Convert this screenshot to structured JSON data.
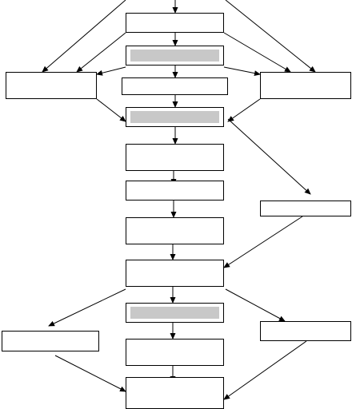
{
  "colors": {
    "background": "#ffffff",
    "stroke": "#000000",
    "shaded_fill": "#c8c8c8",
    "plain_fill": "#ffffff"
  },
  "diagram": {
    "nodes": [
      {
        "id": "top-box",
        "shaded": false,
        "label": ""
      },
      {
        "id": "shaded-box-1",
        "shaded": true,
        "label": ""
      },
      {
        "id": "left-box-1",
        "shaded": false,
        "label": ""
      },
      {
        "id": "center-box-2",
        "shaded": false,
        "label": ""
      },
      {
        "id": "right-box-1",
        "shaded": false,
        "label": ""
      },
      {
        "id": "shaded-box-2",
        "shaded": true,
        "label": ""
      },
      {
        "id": "center-box-3",
        "shaded": false,
        "label": ""
      },
      {
        "id": "center-box-4",
        "shaded": false,
        "label": ""
      },
      {
        "id": "right-box-2",
        "shaded": false,
        "label": ""
      },
      {
        "id": "center-box-5",
        "shaded": false,
        "label": ""
      },
      {
        "id": "center-box-6",
        "shaded": false,
        "label": ""
      },
      {
        "id": "shaded-box-3",
        "shaded": true,
        "label": ""
      },
      {
        "id": "left-box-2",
        "shaded": false,
        "label": ""
      },
      {
        "id": "right-box-3",
        "shaded": false,
        "label": ""
      },
      {
        "id": "center-box-7",
        "shaded": false,
        "label": ""
      },
      {
        "id": "bottom-box",
        "shaded": false,
        "label": ""
      }
    ],
    "edges": [
      {
        "from": "offpage-top",
        "to": "top-box"
      },
      {
        "from": "offpage-top-left",
        "to": "left-box-1"
      },
      {
        "from": "offpage-top-right",
        "to": "right-box-1"
      },
      {
        "from": "top-box",
        "to": "shaded-box-1"
      },
      {
        "from": "top-box",
        "to": "left-box-1"
      },
      {
        "from": "top-box",
        "to": "right-box-1"
      },
      {
        "from": "shaded-box-1",
        "to": "center-box-2"
      },
      {
        "from": "shaded-box-1",
        "to": "left-box-1"
      },
      {
        "from": "shaded-box-1",
        "to": "right-box-1"
      },
      {
        "from": "center-box-2",
        "to": "shaded-box-2"
      },
      {
        "from": "left-box-1",
        "to": "shaded-box-2"
      },
      {
        "from": "right-box-1",
        "to": "shaded-box-2"
      },
      {
        "from": "shaded-box-2",
        "to": "center-box-3"
      },
      {
        "from": "shaded-box-2",
        "to": "right-box-2"
      },
      {
        "from": "center-box-3",
        "to": "center-box-4"
      },
      {
        "from": "center-box-4",
        "to": "center-box-5"
      },
      {
        "from": "center-box-5",
        "to": "center-box-6"
      },
      {
        "from": "right-box-2",
        "to": "center-box-6"
      },
      {
        "from": "center-box-6",
        "to": "shaded-box-3"
      },
      {
        "from": "center-box-6",
        "to": "left-box-2"
      },
      {
        "from": "center-box-6",
        "to": "right-box-3"
      },
      {
        "from": "shaded-box-3",
        "to": "center-box-7"
      },
      {
        "from": "center-box-7",
        "to": "bottom-box"
      },
      {
        "from": "left-box-2",
        "to": "bottom-box"
      },
      {
        "from": "right-box-3",
        "to": "bottom-box"
      }
    ]
  }
}
